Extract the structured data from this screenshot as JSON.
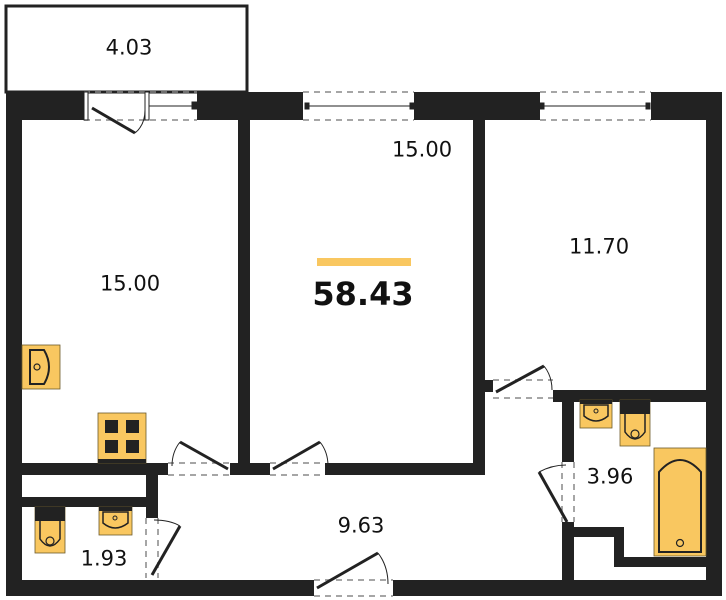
{
  "plan": {
    "total_area": "58.43",
    "accent_color": "#F9C760",
    "wall_color": "#222222",
    "rooms": [
      {
        "id": "balcony",
        "label": "4.03"
      },
      {
        "id": "kitchen",
        "label": "15.00"
      },
      {
        "id": "living-room",
        "label": "15.00"
      },
      {
        "id": "bedroom",
        "label": "11.70"
      },
      {
        "id": "bathroom",
        "label": "3.96"
      },
      {
        "id": "hallway",
        "label": "9.63"
      },
      {
        "id": "toilet",
        "label": "1.93"
      }
    ]
  }
}
